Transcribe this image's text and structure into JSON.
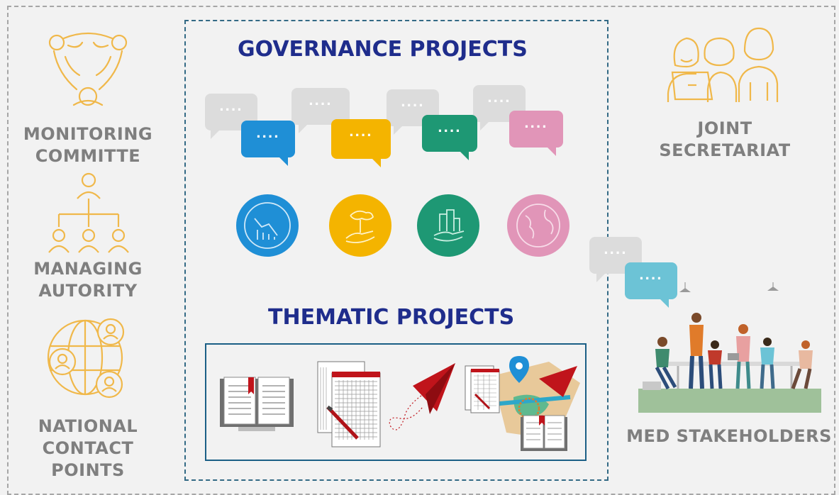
{
  "left_column": {
    "monitoring": [
      "MONITORING",
      "COMMITTE"
    ],
    "managing": [
      "MANAGING",
      "AUTORITY"
    ],
    "national": [
      "NATIONAL",
      "CONTACT",
      "POINTS"
    ]
  },
  "right_column": {
    "joint": [
      "JOINT",
      "SECRETARIAT"
    ],
    "stakeholders": "MED STAKEHOLDERS"
  },
  "center": {
    "governance_title": "GOVERNANCE PROJECTS",
    "thematic_title": "THEMATIC PROJECTS",
    "bubble_text": "····"
  },
  "colors": {
    "accent_blue": "#1f8fd6",
    "accent_yellow": "#f4b400",
    "accent_green": "#1e9874",
    "accent_pink": "#e195b8",
    "accent_cyan": "#6cc3d6",
    "grey_bubble": "#dcdcdc",
    "icon_gold": "#f0b84a",
    "label_grey": "#7f7f7f",
    "title_navy": "#1f2d8c"
  },
  "icons": {
    "monitoring": "people-circle-icon",
    "managing": "org-chart-icon",
    "national": "globe-people-icon",
    "joint": "team-laptop-icon",
    "stakeholders": "meeting-illustration",
    "circles": [
      "decline-chart-icon",
      "hand-plant-icon",
      "hand-city-icon",
      "globe-icon"
    ],
    "thematic": [
      "open-book-icon",
      "document-pen-icon",
      "paper-plane-icon",
      "map-documents-icon"
    ]
  }
}
